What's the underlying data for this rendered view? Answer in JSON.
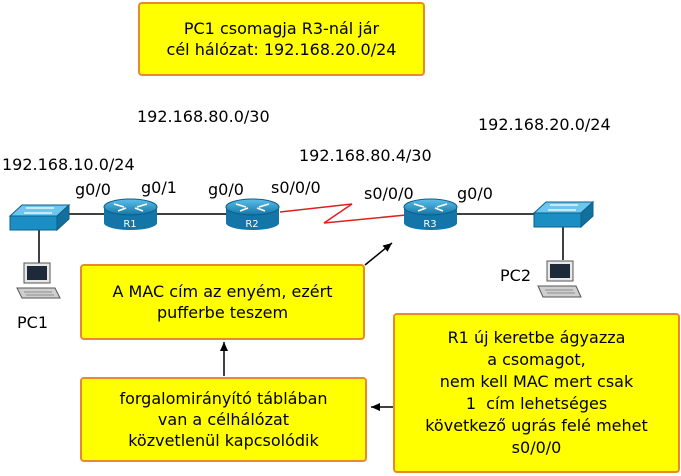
{
  "title_box": {
    "lines": [
      "PC1 csomagja R3-nál jár",
      "cél hálózat: 192.168.20.0/24"
    ]
  },
  "networks": {
    "lan1": "192.168.10.0/24",
    "link12": "192.168.80.0/30",
    "link23": "192.168.80.4/30",
    "lan2": "192.168.20.0/24"
  },
  "interfaces": {
    "r1_left": "g0/0",
    "r1_right": "g0/1",
    "r2_left": "g0/0",
    "r2_right": "s0/0/0",
    "r3_left": "s0/0/0",
    "r3_right": "g0/0"
  },
  "devices": {
    "r1": "R1",
    "r2": "R2",
    "r3": "R3",
    "pc1": "PC1",
    "pc2": "PC2"
  },
  "note_mac": {
    "lines": [
      "A MAC cím az enyém, ezért",
      "pufferbe teszem"
    ]
  },
  "note_route": {
    "lines": [
      "forgalomirányító táblában",
      "van a célhálózat",
      "közvetlenül kapcsolódik"
    ]
  },
  "note_frame": {
    "lines": [
      "R1 új keretbe ágyazza",
      "a csomagot,",
      "nem kell MAC mert csak",
      "1  cím lehetséges",
      "következő ugrás felé mehet",
      "s0/0/0"
    ]
  },
  "colors": {
    "box_fill": "#ffff00",
    "box_border": "#e8892c",
    "device_blue": "#1b8fc4",
    "serial_link": "#e02020"
  }
}
